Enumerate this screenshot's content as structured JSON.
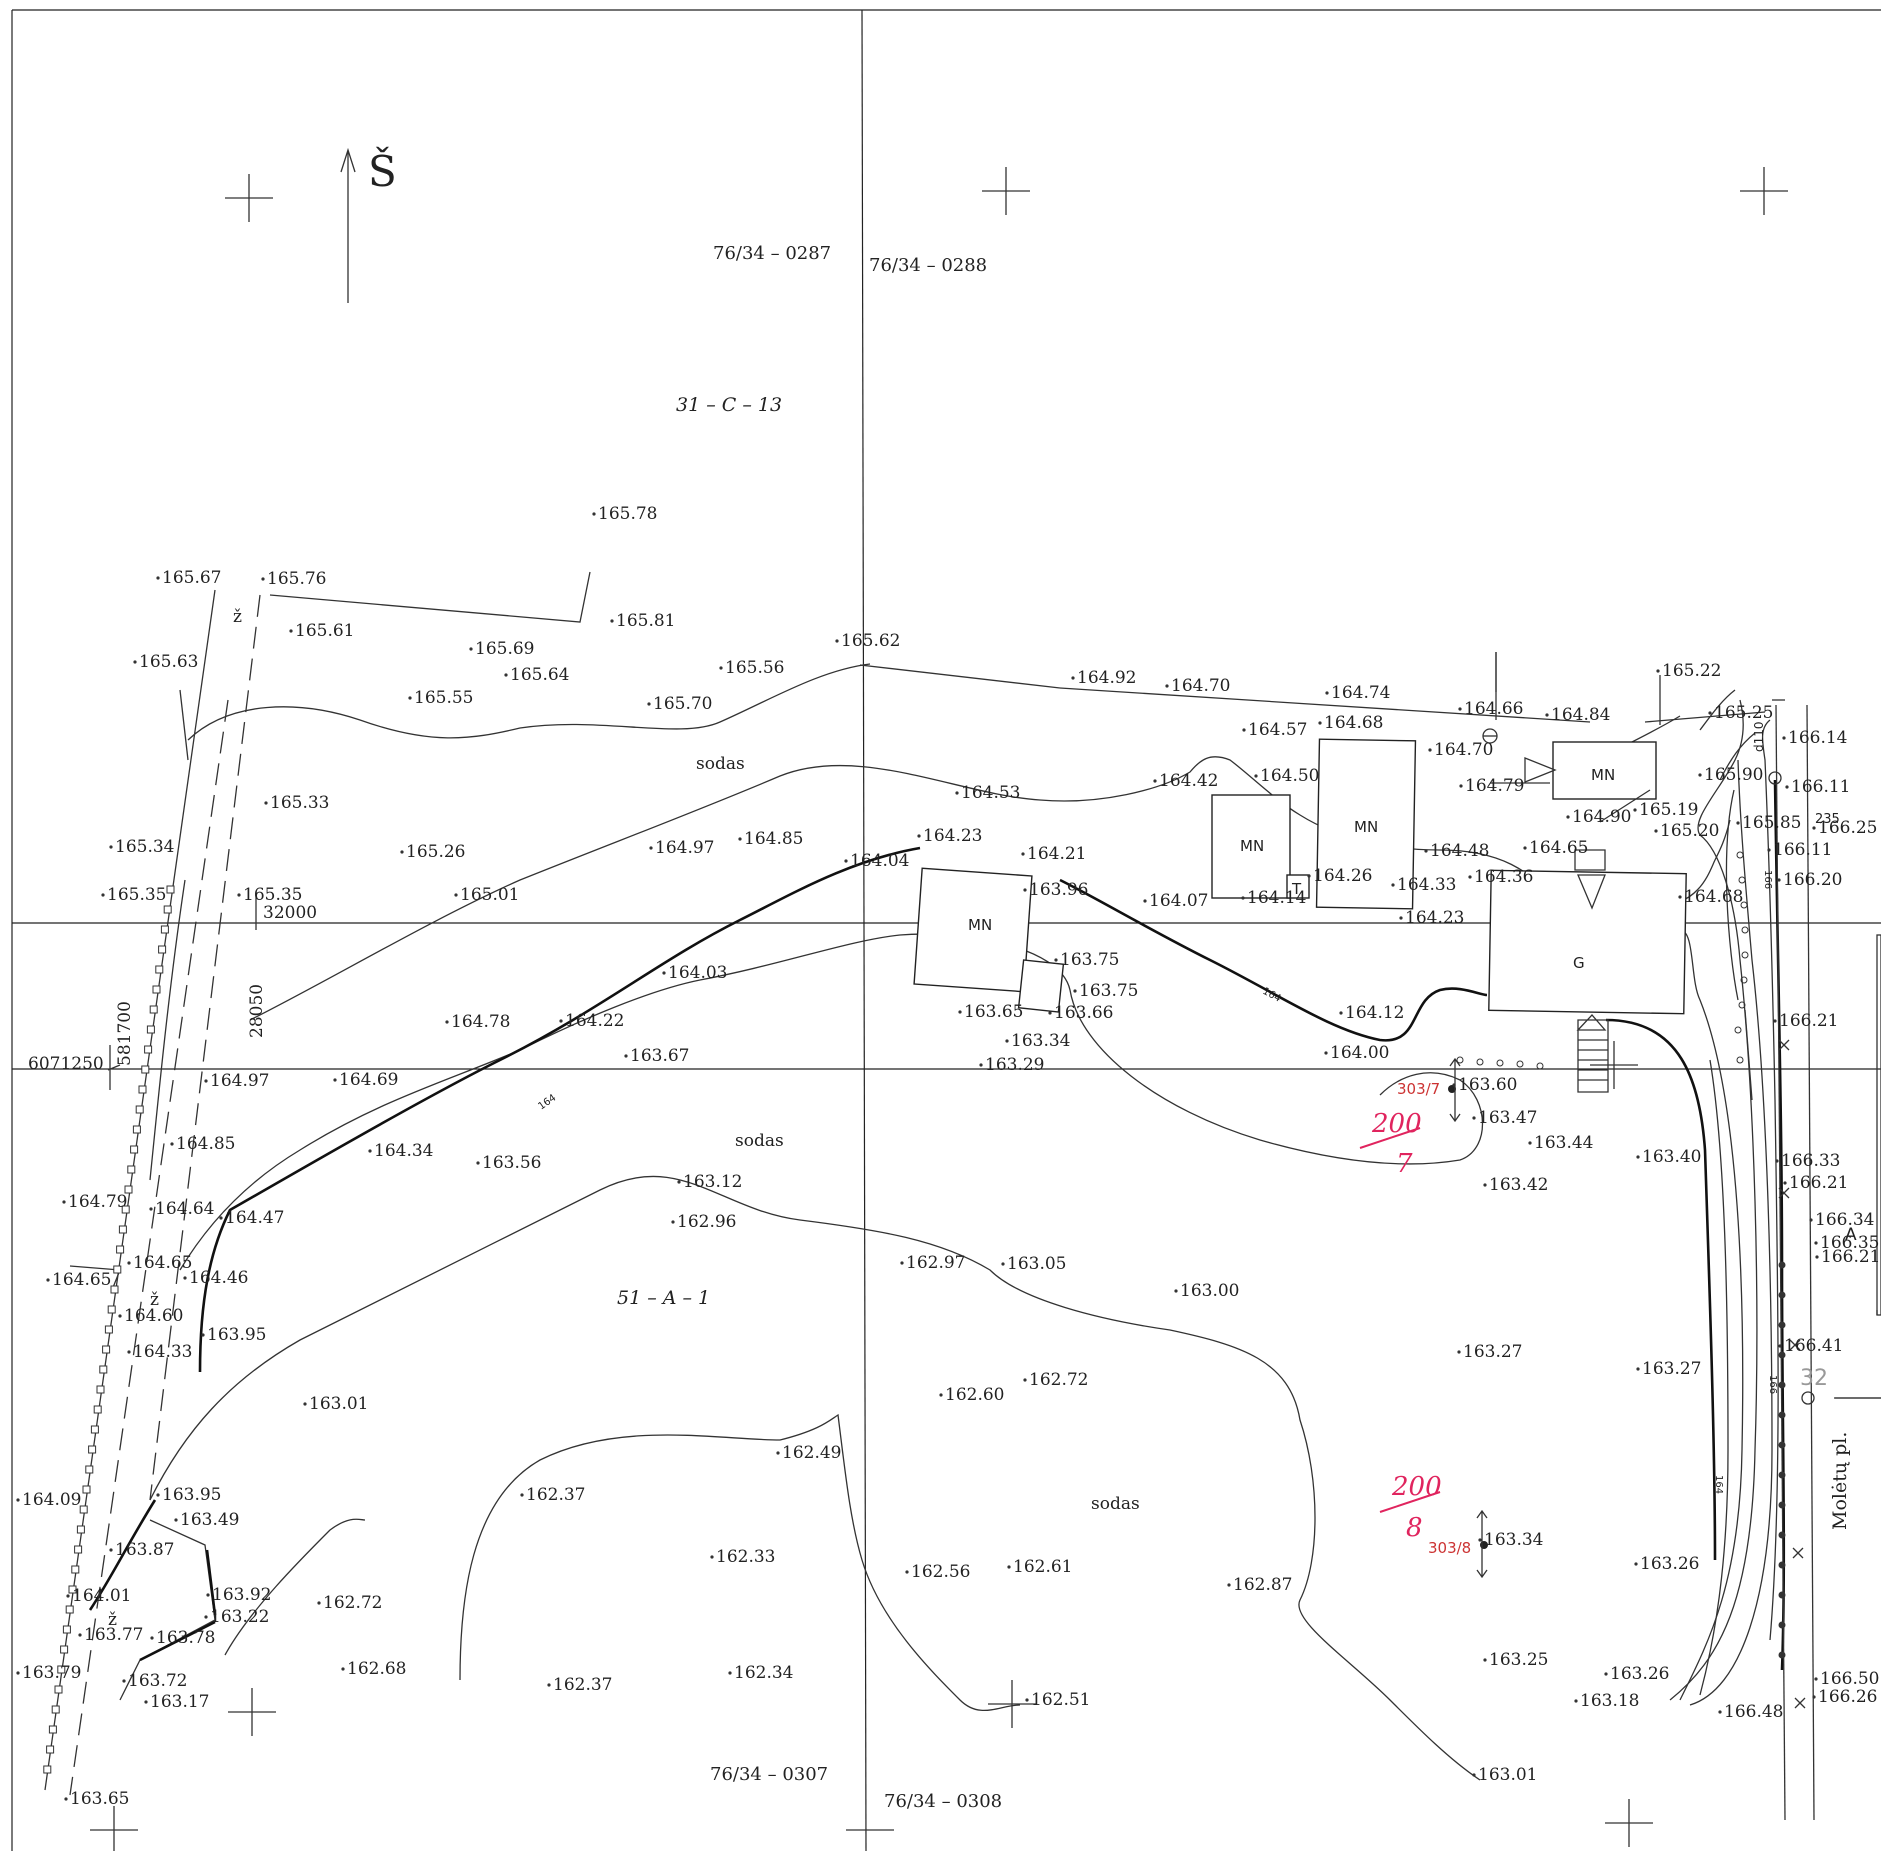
{
  "north_label": "Š",
  "sheet_labels": {
    "top_left": "76/34 – 0287",
    "top_right": "76/34 – 0288",
    "bottom_left": "76/34 – 0307",
    "bottom_right": "76/34 – 0308"
  },
  "zone_labels": {
    "north": "31 – C – 13",
    "south": "51 – A – 1"
  },
  "coordinates": {
    "y_grid": "32000",
    "x_grid": "28050",
    "northing": "6071250",
    "easting": "581700"
  },
  "land_use_labels": [
    "sodas",
    "sodas",
    "sodas"
  ],
  "building_labels": [
    "MN",
    "MN",
    "MN",
    "MN",
    "G",
    "T"
  ],
  "symbol_labels": {
    "fence_mark_1": "ž",
    "fence_mark_2": "ž",
    "fence_mark_3": "ž",
    "pipe": "d110",
    "pole_number": "235",
    "point_32": "32",
    "point_a": "A",
    "contour_164": "164",
    "contour_166": "166"
  },
  "street_label": "Molėtų pl.",
  "well_points": [
    "303/7",
    "303/8"
  ],
  "handwritten": [
    "200",
    "7",
    "200",
    "8"
  ],
  "elevations": [
    "165.78",
    "165.67",
    "165.76",
    "165.81",
    "165.61",
    "165.69",
    "165.64",
    "165.63",
    "165.55",
    "165.70",
    "165.56",
    "165.62",
    "164.92",
    "164.70",
    "164.74",
    "164.57",
    "164.68",
    "164.66",
    "164.84",
    "165.22",
    "165.25",
    "166.14",
    "164.70",
    "164.79",
    "165.90",
    "166.11",
    "164.90",
    "165.19",
    "165.20",
    "165.85",
    "166.25",
    "166.11",
    "165.33",
    "164.53",
    "164.42",
    "164.50",
    "164.48",
    "164.65",
    "165.34",
    "165.26",
    "164.97",
    "164.85",
    "164.23",
    "164.04",
    "164.21",
    "165.35",
    "165.35",
    "165.01",
    "163.96",
    "164.07",
    "164.14",
    "164.26",
    "164.33",
    "164.36",
    "164.68",
    "166.20",
    "164.23",
    "164.03",
    "163.75",
    "163.75",
    "164.78",
    "164.22",
    "163.65",
    "163.66",
    "163.34",
    "164.12",
    "166.21",
    "163.67",
    "164.00",
    "163.29",
    "164.97",
    "164.69",
    "163.60",
    "163.47",
    "164.85",
    "164.34",
    "163.56",
    "163.44",
    "163.40",
    "166.33",
    "164.79",
    "164.64",
    "164.47",
    "163.12",
    "163.42",
    "166.21",
    "162.96",
    "166.34",
    "166.35",
    "166.21",
    "164.65",
    "164.46",
    "162.97",
    "163.05",
    "164.65",
    "164.60",
    "163.00",
    "164.33",
    "163.95",
    "163.27",
    "166.41",
    "163.27",
    "163.01",
    "162.60",
    "162.72",
    "162.49",
    "164.09",
    "163.95",
    "163.49",
    "162.37",
    "163.87",
    "162.33",
    "162.56",
    "162.61",
    "163.34",
    "164.01",
    "163.92",
    "162.72",
    "163.22",
    "162.87",
    "163.26",
    "163.77",
    "163.78",
    "163.79",
    "162.68",
    "163.72",
    "162.37",
    "162.34",
    "163.25",
    "163.26",
    "166.50",
    "163.17",
    "162.51",
    "163.18",
    "166.26",
    "166.48",
    "163.01",
    "163.65"
  ]
}
